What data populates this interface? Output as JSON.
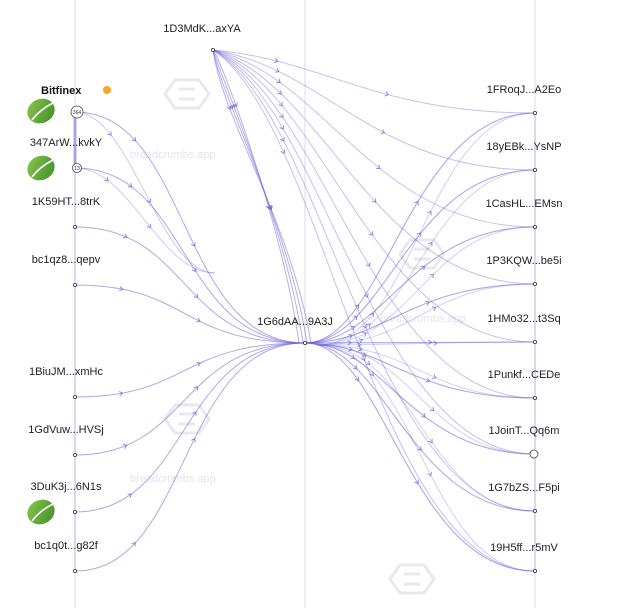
{
  "graph": {
    "left_nodes": [
      {
        "label": "Bitfinex",
        "exchange": true,
        "badge": "364"
      },
      {
        "label": "347ArW...kvkY",
        "badge": "13",
        "logo": "leaf-logo-icon"
      },
      {
        "label": "1K59HT...8trK"
      },
      {
        "label": "bc1qz8...qepv"
      },
      {
        "label": "1BiuJM...xmHc"
      },
      {
        "label": "1GdVuw...HVSj"
      },
      {
        "label": "3DuK3j...6N1s",
        "logo": "leaf-logo-icon"
      },
      {
        "label": "bc1q0t...g82f"
      }
    ],
    "top_node": {
      "label": "1D3MdK...axYA"
    },
    "center_node": {
      "label": "1G6dAA...9A3J"
    },
    "right_nodes": [
      {
        "label": "1FRoqJ...A2Eo"
      },
      {
        "label": "18yEBk...YsNP"
      },
      {
        "label": "1CasHL...EMsn"
      },
      {
        "label": "1P3KQW...be5i"
      },
      {
        "label": "1HMo32...t3Sq"
      },
      {
        "label": "1Punkf...CEDe"
      },
      {
        "label": "1JoinT...Qq6m"
      },
      {
        "label": "1G7bZS...F5pi"
      },
      {
        "label": "19H5ff...r5mV"
      }
    ],
    "watermark_text": "breadcrumbs.app",
    "colors": {
      "edge": "#6a63d9",
      "exchange_dot": "#f5a623",
      "leaf": "#6aa83f",
      "axis": "#d8dde6"
    }
  }
}
